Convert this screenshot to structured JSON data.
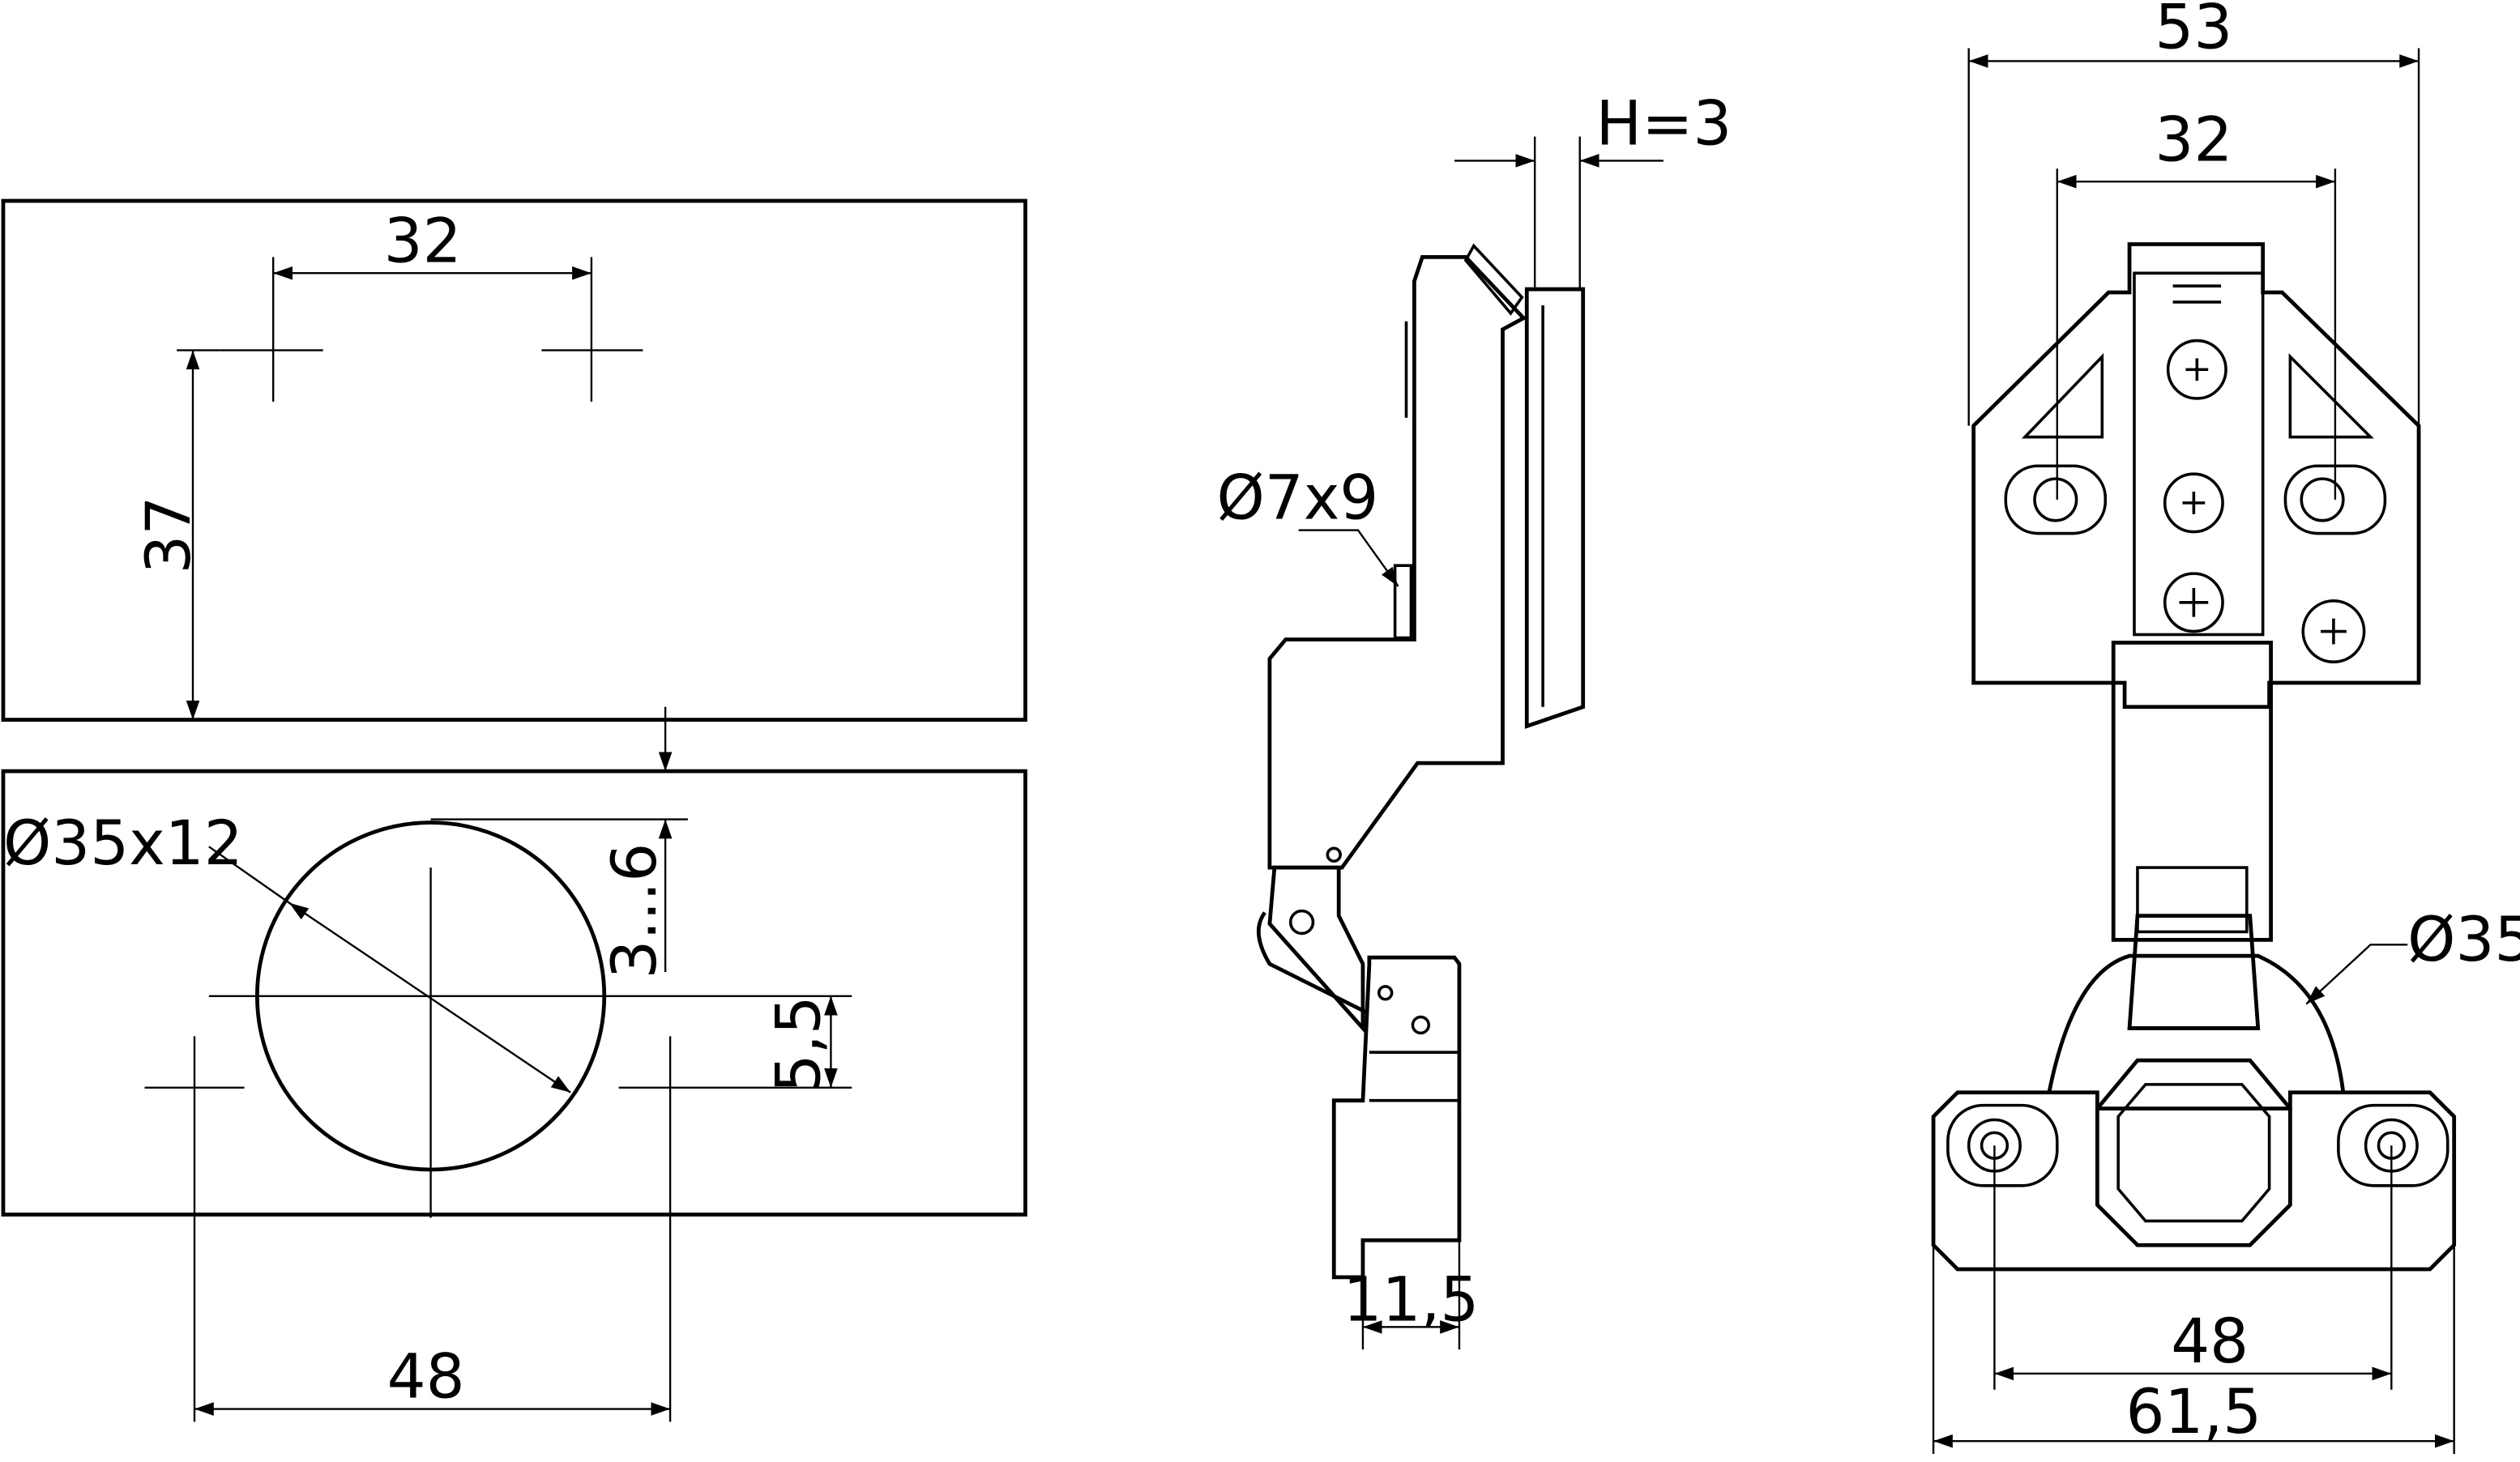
{
  "drawing": {
    "mounting_plan": {
      "top_hole_spacing": "32",
      "top_vertical_offset": "37",
      "cup_diameter_depth": "Ø35x12",
      "edge_distance": "3...6",
      "screw_offset": "5,5",
      "bottom_hole_spacing": "48"
    },
    "side_view": {
      "overlay": "H=3",
      "pin_hole": "Ø7x9",
      "cup_depth": "11,5"
    },
    "front_view": {
      "arm_width": "53",
      "arm_hole_spacing": "32",
      "cup_diameter": "Ø35",
      "plate_hole_spacing": "48",
      "plate_width": "61,5"
    }
  },
  "colors": {
    "line": "#000000",
    "background": "#ffffff"
  }
}
